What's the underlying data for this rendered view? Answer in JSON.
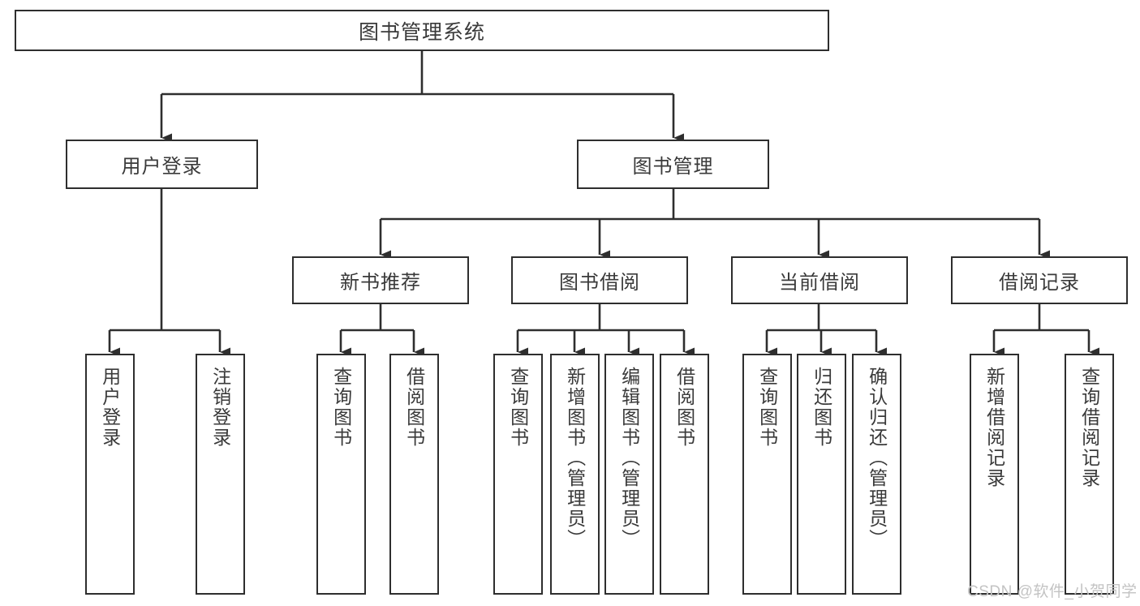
{
  "diagram": {
    "type": "tree-hierarchy",
    "title": "图书管理系统",
    "root": {
      "id": "root",
      "label": "图书管理系统",
      "orientation": "horizontal"
    },
    "level1": [
      {
        "id": "user-login",
        "label": "用户登录",
        "orientation": "horizontal"
      },
      {
        "id": "book-manage",
        "label": "图书管理",
        "orientation": "horizontal"
      }
    ],
    "level2": [
      {
        "id": "new-book-rec",
        "label": "新书推荐",
        "orientation": "horizontal",
        "parent": "book-manage"
      },
      {
        "id": "book-borrow",
        "label": "图书借阅",
        "orientation": "horizontal",
        "parent": "book-manage"
      },
      {
        "id": "current-borrow",
        "label": "当前借阅",
        "orientation": "horizontal",
        "parent": "book-manage"
      },
      {
        "id": "borrow-record",
        "label": "借阅记录",
        "orientation": "horizontal",
        "parent": "book-manage"
      }
    ],
    "leaves": [
      {
        "id": "leaf-user-login",
        "label": "用户登录",
        "orientation": "vertical",
        "parent": "user-login"
      },
      {
        "id": "leaf-user-logout",
        "label": "注销登录",
        "orientation": "vertical",
        "parent": "user-login"
      },
      {
        "id": "leaf-query-book-1",
        "label": "查询图书",
        "orientation": "vertical",
        "parent": "new-book-rec"
      },
      {
        "id": "leaf-borrow-book-1",
        "label": "借阅图书",
        "orientation": "vertical",
        "parent": "new-book-rec"
      },
      {
        "id": "leaf-query-book-2",
        "label": "查询图书",
        "orientation": "vertical",
        "parent": "book-borrow"
      },
      {
        "id": "leaf-add-book",
        "label": "新增图书（管理员）",
        "orientation": "vertical",
        "parent": "book-borrow"
      },
      {
        "id": "leaf-edit-book",
        "label": "编辑图书（管理员）",
        "orientation": "vertical",
        "parent": "book-borrow"
      },
      {
        "id": "leaf-borrow-book-2",
        "label": "借阅图书",
        "orientation": "vertical",
        "parent": "book-borrow"
      },
      {
        "id": "leaf-query-book-3",
        "label": "查询图书",
        "orientation": "vertical",
        "parent": "current-borrow"
      },
      {
        "id": "leaf-return-book",
        "label": "归还图书",
        "orientation": "vertical",
        "parent": "current-borrow"
      },
      {
        "id": "leaf-confirm-return",
        "label": "确认归还（管理员）",
        "orientation": "vertical",
        "parent": "current-borrow"
      },
      {
        "id": "leaf-add-record",
        "label": "新增借阅记录",
        "orientation": "vertical",
        "parent": "borrow-record"
      },
      {
        "id": "leaf-query-record",
        "label": "查询借阅记录",
        "orientation": "vertical",
        "parent": "borrow-record"
      }
    ],
    "colors": {
      "border": "#2e2e2e",
      "text": "#3a3a3a",
      "edge": "#2e2e2e",
      "background": "#ffffff",
      "watermark": "#c3c3c3"
    }
  },
  "watermark": {
    "text": "CSDN @软件_小贺同学"
  }
}
